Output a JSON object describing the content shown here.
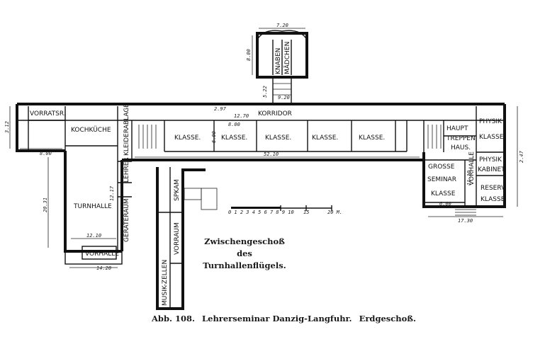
{
  "figure": {
    "caption_number": "Abb. 108.",
    "caption_title": "Lehrerseminar Danzig-Langfuhr.",
    "caption_floor": "Erdgeschoß."
  },
  "inset": {
    "line1": "Zwischengeschoß",
    "line2": "des",
    "line3": "Turnhallenflügels."
  },
  "rooms": {
    "vorratsr": "VORRATSR.",
    "kochkueche": "KOCHKÜCHE",
    "kleiderablage": "KLEIDERABLAGE",
    "lehrer": "LEHRER",
    "geraeteraum": "GERÄTERAUM",
    "turnhalle": "TURNHALLE",
    "vorhalle_left": "VORHALLE",
    "korridor": "KORRIDOR",
    "klasse_1": "KLASSE.",
    "klasse_2": "KLASSE.",
    "klasse_3": "KLASSE.",
    "klasse_4": "KLASSE.",
    "klasse_5": "KLASSE.",
    "knaben": "KNABEN",
    "maedchen": "MÄDCHEN",
    "haupt_treppen": "HAUPT TREPPEN HAUS.",
    "physik_klasse": "PHYSIK KLASSE",
    "physik_kabinet": "PHYSIK KABINET.",
    "grosse_seminar_klasse": "GROSSE SEMINAR KLASSE",
    "vorhalle_right": "VORHALLE",
    "reserv_klasse": "RESERV. KLASSE",
    "spkam": "SPKAM",
    "vorraum": "VORRAUM",
    "musik_zellen": "MUSIK-ZELLEN"
  },
  "dimensions": {
    "d720": "7.20",
    "d800": "8.00",
    "d920": "9.20",
    "d1270": "12.70",
    "d522": "5.22",
    "d297": "2.97",
    "d600": "6.00",
    "d800b": "8.00",
    "d5210": "52.10",
    "d2031": "20.31",
    "d1217": "12.17",
    "d1210": "12.10",
    "d1420": "14.20",
    "d1730": "17.30",
    "d600b": "6.00",
    "d1110": "11.10",
    "d247": "2.47",
    "d800c": "8.00",
    "d312": "3.12"
  },
  "scale": {
    "ticks": "0 1 2 3 4 5 6 7 8 9 10",
    "t15": "15",
    "t20": "20 M."
  }
}
